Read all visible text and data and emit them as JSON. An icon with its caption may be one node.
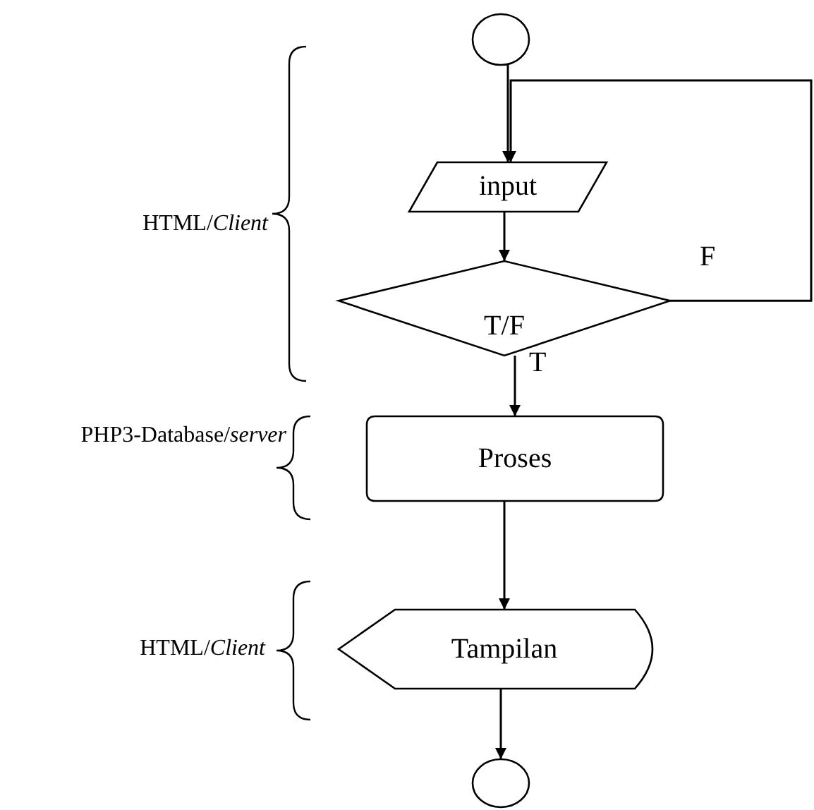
{
  "diagram": {
    "nodes": [
      {
        "text": [],
        "shape": "circle"
      },
      {
        "text": [
          "input"
        ]
      },
      {
        "text": [
          "T/F"
        ]
      },
      {
        "text": [
          "Proses"
        ]
      },
      {
        "text": [
          "Tampilan"
        ]
      },
      {
        "text": [],
        "shape": "circle"
      }
    ],
    "edges": [
      {
        "from": 0,
        "to": 1,
        "arrow": "to"
      },
      {
        "from": 1,
        "to": 2,
        "arrow": "to"
      },
      {
        "from": 2,
        "to": 1,
        "arrow": "to",
        "label": "F"
      },
      {
        "from": 2,
        "to": 3,
        "arrow": "to",
        "label": "T"
      },
      {
        "from": 3,
        "to": 4,
        "arrow": "to"
      },
      {
        "from": 4,
        "to": 5,
        "arrow": "to"
      }
    ],
    "labels": [
      "HTML/*Client*",
      "PHP3-Database/*server*",
      "HTML/*Client*"
    ]
  }
}
